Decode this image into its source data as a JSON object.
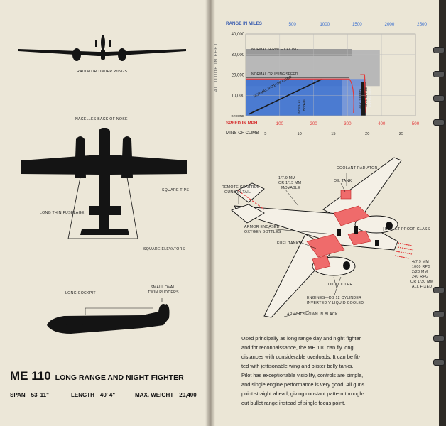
{
  "left_page": {
    "labels": {
      "radiator": "RADIATOR UNDER WINGS",
      "nacelles": "NACELLES BACK OF NOSE",
      "square_tips": "SQUARE TIPS",
      "long_thin_fuselage": "LONG THIN FUSELAGE",
      "square_elevators": "SQUARE ELEVATORS",
      "long_cockpit": "LONG COCKPIT",
      "small_oval_twin_rudders_1": "SMALL OVAL",
      "small_oval_twin_rudders_2": "TWIN RUDDERS"
    },
    "title": "ME 110",
    "subtitle": "LONG RANGE AND NIGHT FIGHTER",
    "specs": {
      "span": "SPAN—53' 11\"",
      "length": "LENGTH—40' 4\"",
      "max_weight": "MAX. WEIGHT—20,400"
    }
  },
  "chart_data": {
    "type": "area",
    "title": "",
    "top_axis": {
      "label": "RANGE IN MILES",
      "ticks": [
        "500",
        "1000",
        "1500",
        "2000",
        "2500"
      ],
      "values": [
        500,
        1000,
        1500,
        2000,
        2500
      ]
    },
    "y_axis": {
      "label": "ALTITUDE IN FEET",
      "ticks": [
        "40,000",
        "30,000",
        "20,000",
        "10,000",
        "GROUND"
      ],
      "values": [
        40000,
        30000,
        20000,
        10000,
        0
      ],
      "ylim": [
        0,
        40000
      ]
    },
    "bottom_axis": {
      "label": "SPEED IN MPH",
      "ticks": [
        "100",
        "200",
        "300",
        "400",
        "500"
      ],
      "values": [
        100,
        200,
        300,
        400,
        500
      ],
      "xlim": [
        0,
        500
      ]
    },
    "climb_axis": {
      "label": "MINS OF CLIMB",
      "ticks": [
        "5",
        "10",
        "15",
        "20",
        "25"
      ]
    },
    "annotations": {
      "service_ceiling": "NORMAL SERVICE CEILING",
      "cruising_speed": "NORMAL CRUISING SPEED",
      "rate_of_climb": "NORMAL RATE OF CLIMB",
      "normal_range_1": "NORMAL",
      "normal_range_2": "RANGE",
      "max_speed": "MAX. SPEED",
      "max_range_1": "MAX. RANGE",
      "max_range_2": "EXTRA FUEL"
    },
    "levels": {
      "service_ceiling_ft": 32000,
      "cruising_ft": 18000,
      "normal_range_miles": 1490,
      "max_range_miles": 1850,
      "cruising_speed_mph": 305,
      "max_speed_mph": 350
    },
    "colors": {
      "blue": "#3a6fd0",
      "red": "#e23a3a",
      "gray": "#b8b8b8",
      "dark": "#1a1a1a"
    }
  },
  "cutaway_labels": {
    "coolant_radiator": "COOLANT RADIATOR",
    "oil_tank": "OIL TANK",
    "remote_control_1": "REMOTE CONTROL",
    "remote_control_2": "GUNS IN TAIL",
    "movable_1": "1/7.9 MM",
    "movable_2": "OR 1/15 MM",
    "movable_3": "MOVABLE",
    "armor_oxygen_1": "ARMOR ENCASED",
    "armor_oxygen_2": "OXYGEN BOTTLES",
    "bullet_proof_glass": "BULLET PROOF GLASS",
    "fuel_tanks": "FUEL TANKS",
    "guns_1": "4/7.9 MM",
    "guns_2": "1000 RPG",
    "guns_3": "2/20 MM",
    "guns_4": "240 RPG",
    "guns_5": "OR 1/30 MM",
    "guns_6": "ALL FIXED",
    "oil_cooler": "OIL COOLER",
    "engines_1": "ENGINES—DB 12 CYLINDER",
    "engines_2": "INVERTED V LIQUID COOLED",
    "armor_black": "ARMOR SHOWN IN BLACK"
  },
  "description": [
    "Used principally as long range day and night fighter",
    "and for reconnaissance, the ME 110 can fly long",
    "distances with considerable overloads. It can be fit-",
    "ted with jettisonable wing and blister belly tanks.",
    "Pilot has exceptionable visibility, controls are simple,",
    "and single engine performance is very good. All guns",
    "point straight ahead, giving constant pattern through-",
    "out bullet range instead of single focus point."
  ]
}
